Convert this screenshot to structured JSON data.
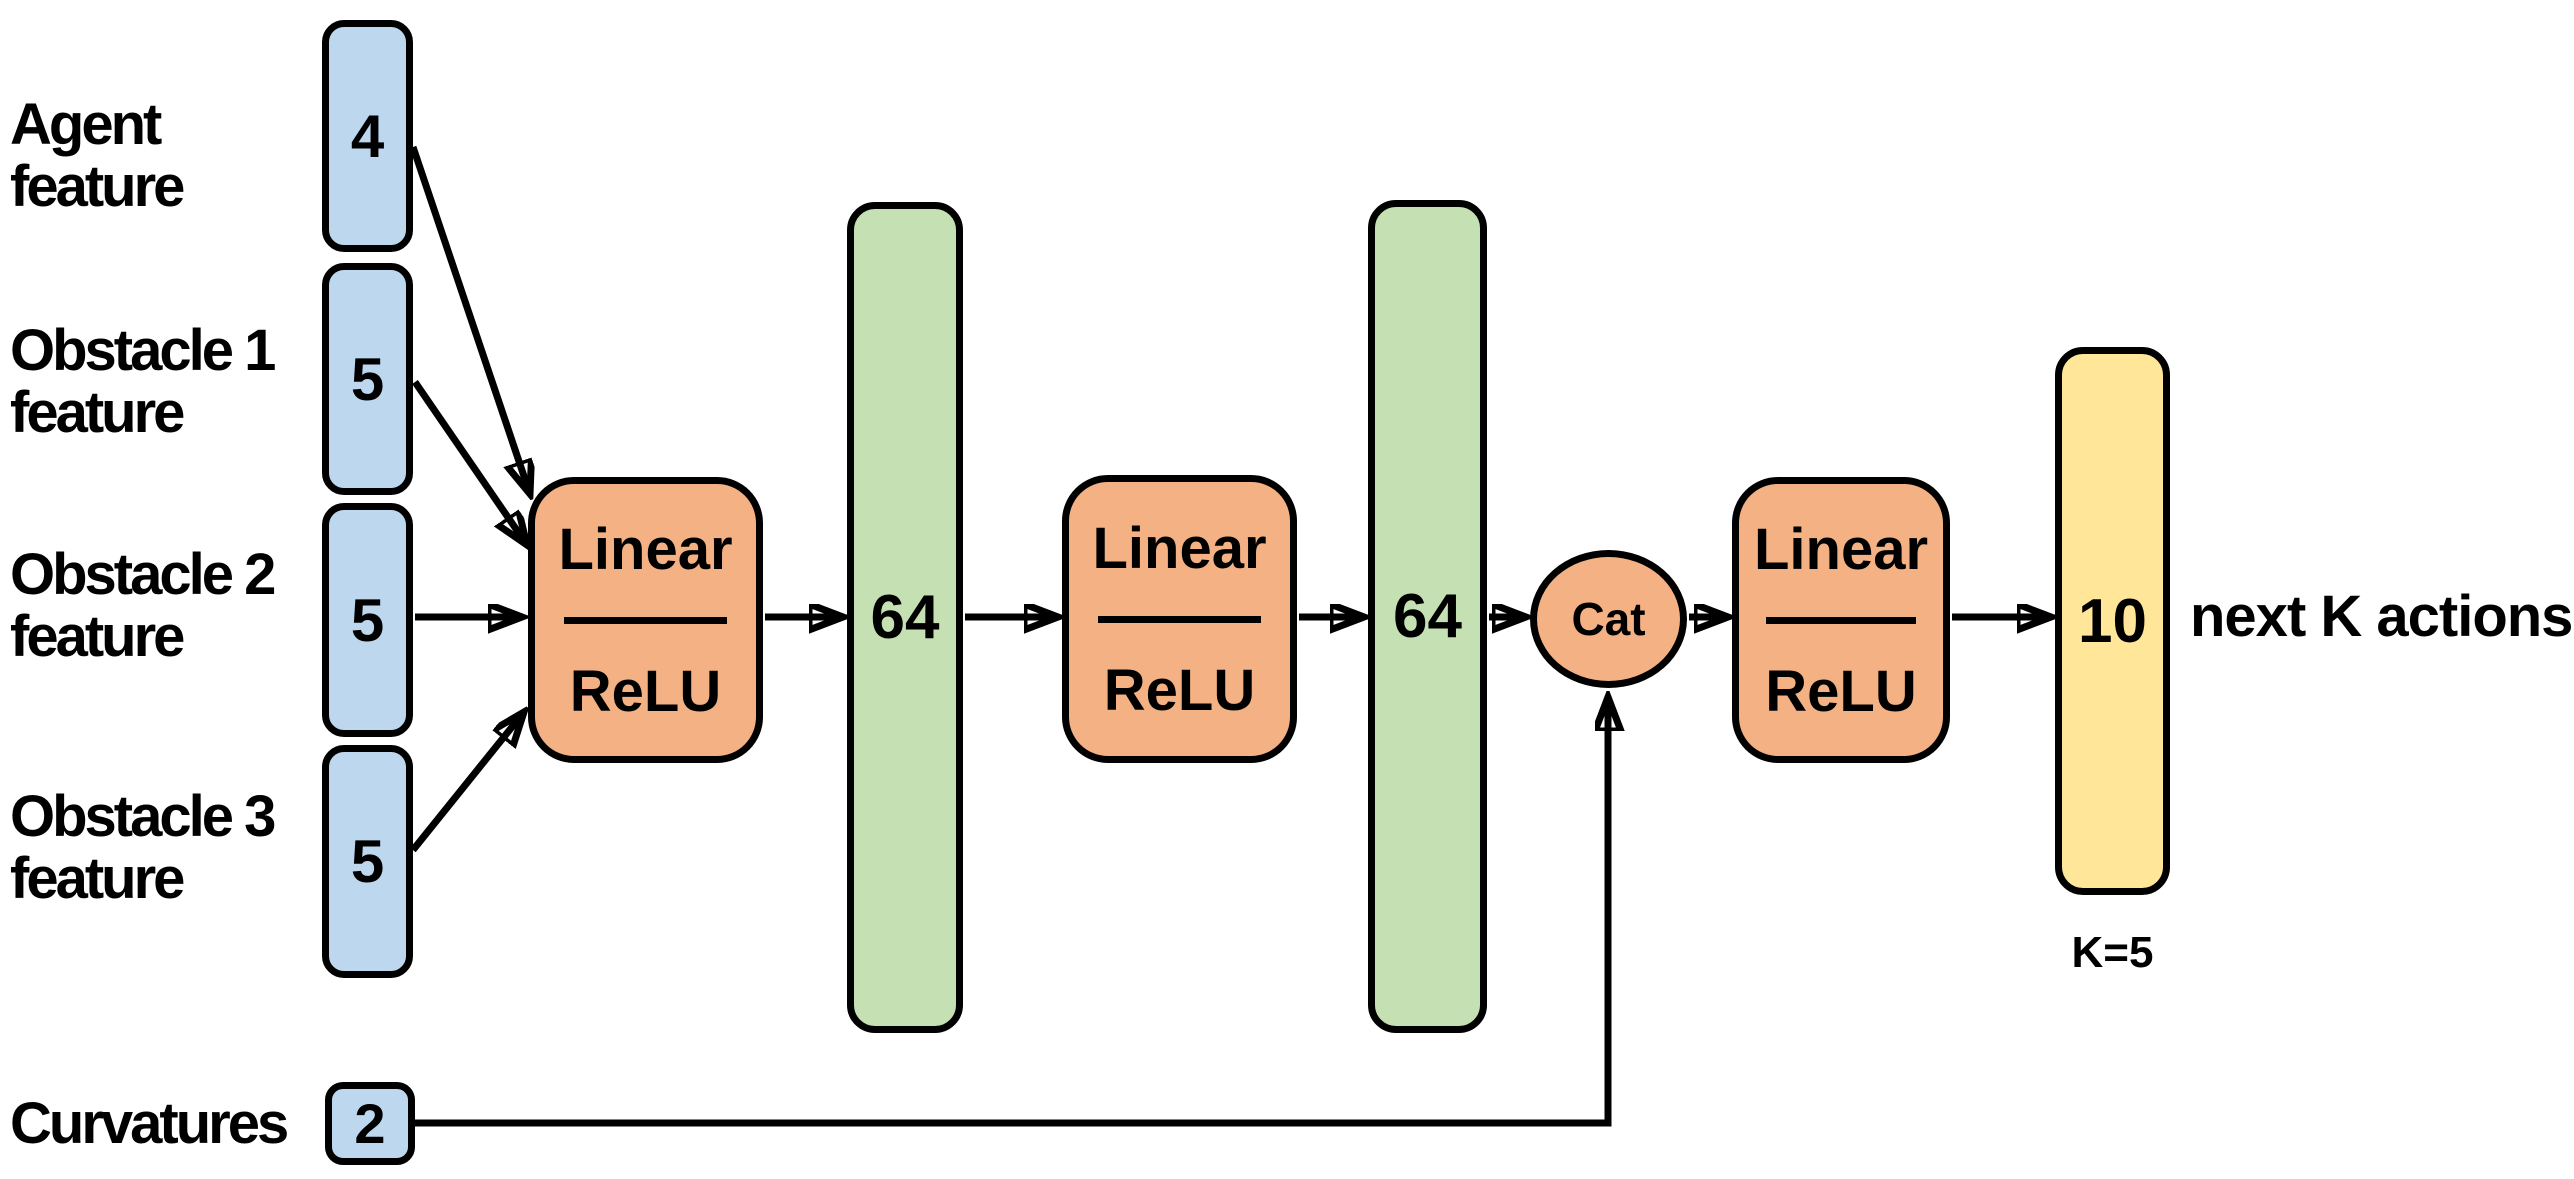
{
  "colors": {
    "input_blue": "#BDD7EE",
    "hidden_green": "#C5E0B3",
    "mlp_orange": "#F4B183",
    "output_yellow": "#FFE699",
    "line_black": "#000000",
    "background": "#FFFFFF"
  },
  "inputs": [
    {
      "line1": "Agent",
      "line2": "feature",
      "dim": "4"
    },
    {
      "line1": "Obstacle 1",
      "line2": "feature",
      "dim": "5"
    },
    {
      "line1": "Obstacle 2",
      "line2": "feature",
      "dim": "5"
    },
    {
      "line1": "Obstacle 3",
      "line2": "feature",
      "dim": "5"
    }
  ],
  "curvatures": {
    "label": "Curvatures",
    "dim": "2"
  },
  "mlp_blocks": [
    {
      "top": "Linear",
      "bottom": "ReLU"
    },
    {
      "top": "Linear",
      "bottom": "ReLU"
    },
    {
      "top": "Linear",
      "bottom": "ReLU"
    }
  ],
  "hidden_layers": [
    {
      "dim": "64"
    },
    {
      "dim": "64"
    }
  ],
  "concat": {
    "label": "Cat"
  },
  "output": {
    "dim": "10",
    "k_annotation": "K=5",
    "caption": "next K actions"
  }
}
